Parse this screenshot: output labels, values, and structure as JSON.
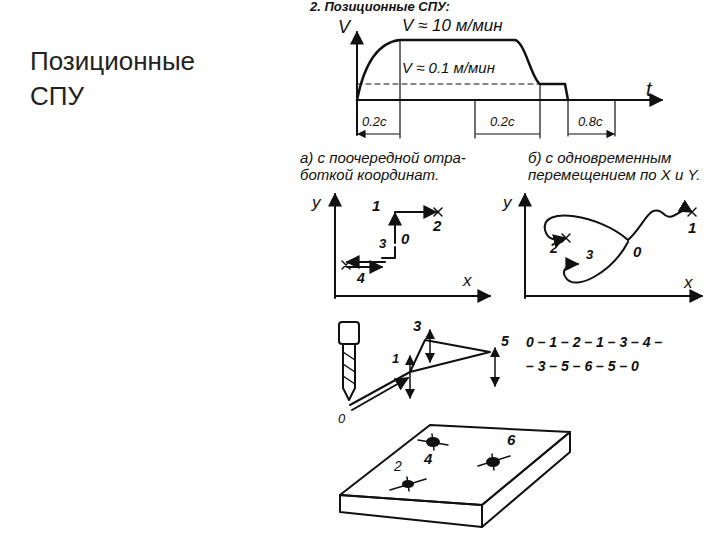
{
  "diagram": {
    "title": "Позиционные СПУ",
    "labels": [
      "2. Позиционные СПУ:",
      "V",
      "V ≈ 10 м/мин",
      "V ≈ 0.1 м/мин",
      "t",
      "0.2с",
      "0.2с",
      "0.8с",
      "а) с поочередной отра- боткой координат.",
      "б) с одновременным перемещением по X и Y.",
      "y",
      "1",
      "2",
      "3",
      "0",
      "4",
      "x",
      "y",
      "1",
      "2",
      "0",
      "3",
      "x",
      "3",
      "5",
      "1",
      "0",
      "0 – 1 – 2 – 1 – 3 – 4 –",
      "– 3 – 5 – 6 – 5 – 0",
      "4",
      "6",
      "2"
    ]
  }
}
